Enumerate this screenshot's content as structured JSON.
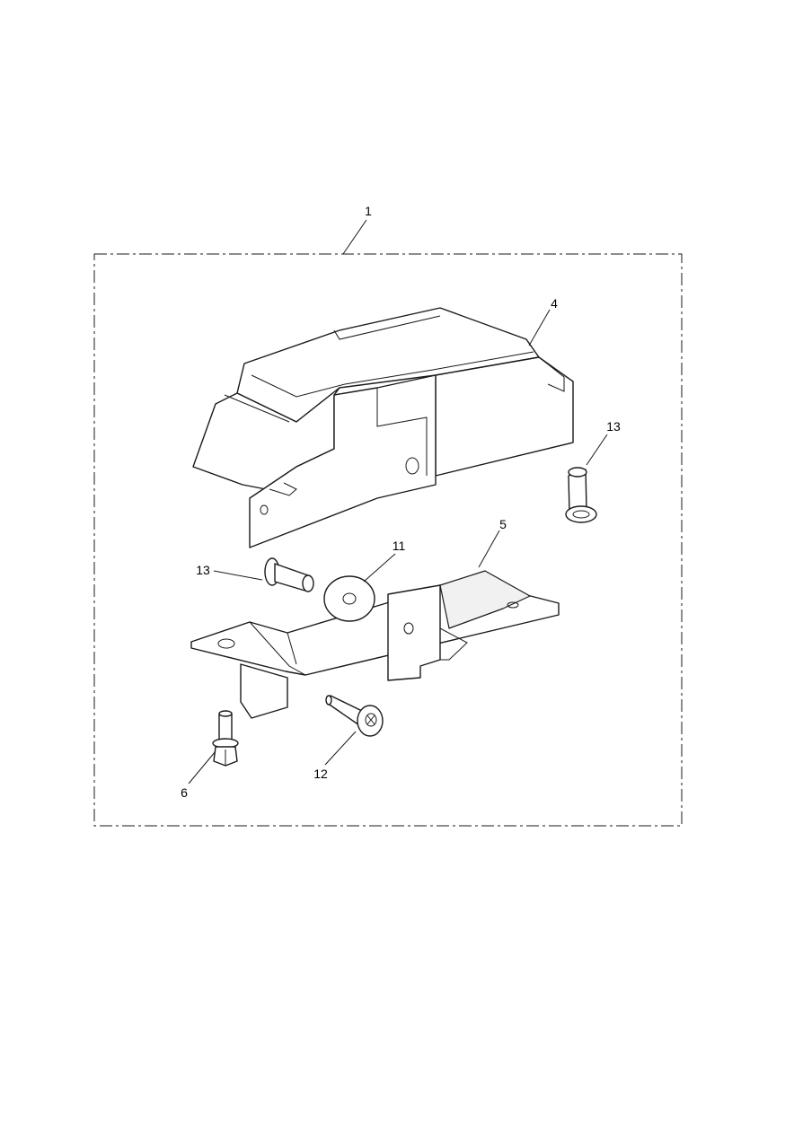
{
  "diagram": {
    "callouts": {
      "kit": "1",
      "cover": "4",
      "bracket": "5",
      "flange_bolt": "6",
      "washer": "11",
      "torx_screw": "12",
      "pin_right": "13",
      "pin_left": "13"
    },
    "colors": {
      "line": "#1a1a1a",
      "background": "#ffffff",
      "shade": "#f1f1f1"
    }
  }
}
